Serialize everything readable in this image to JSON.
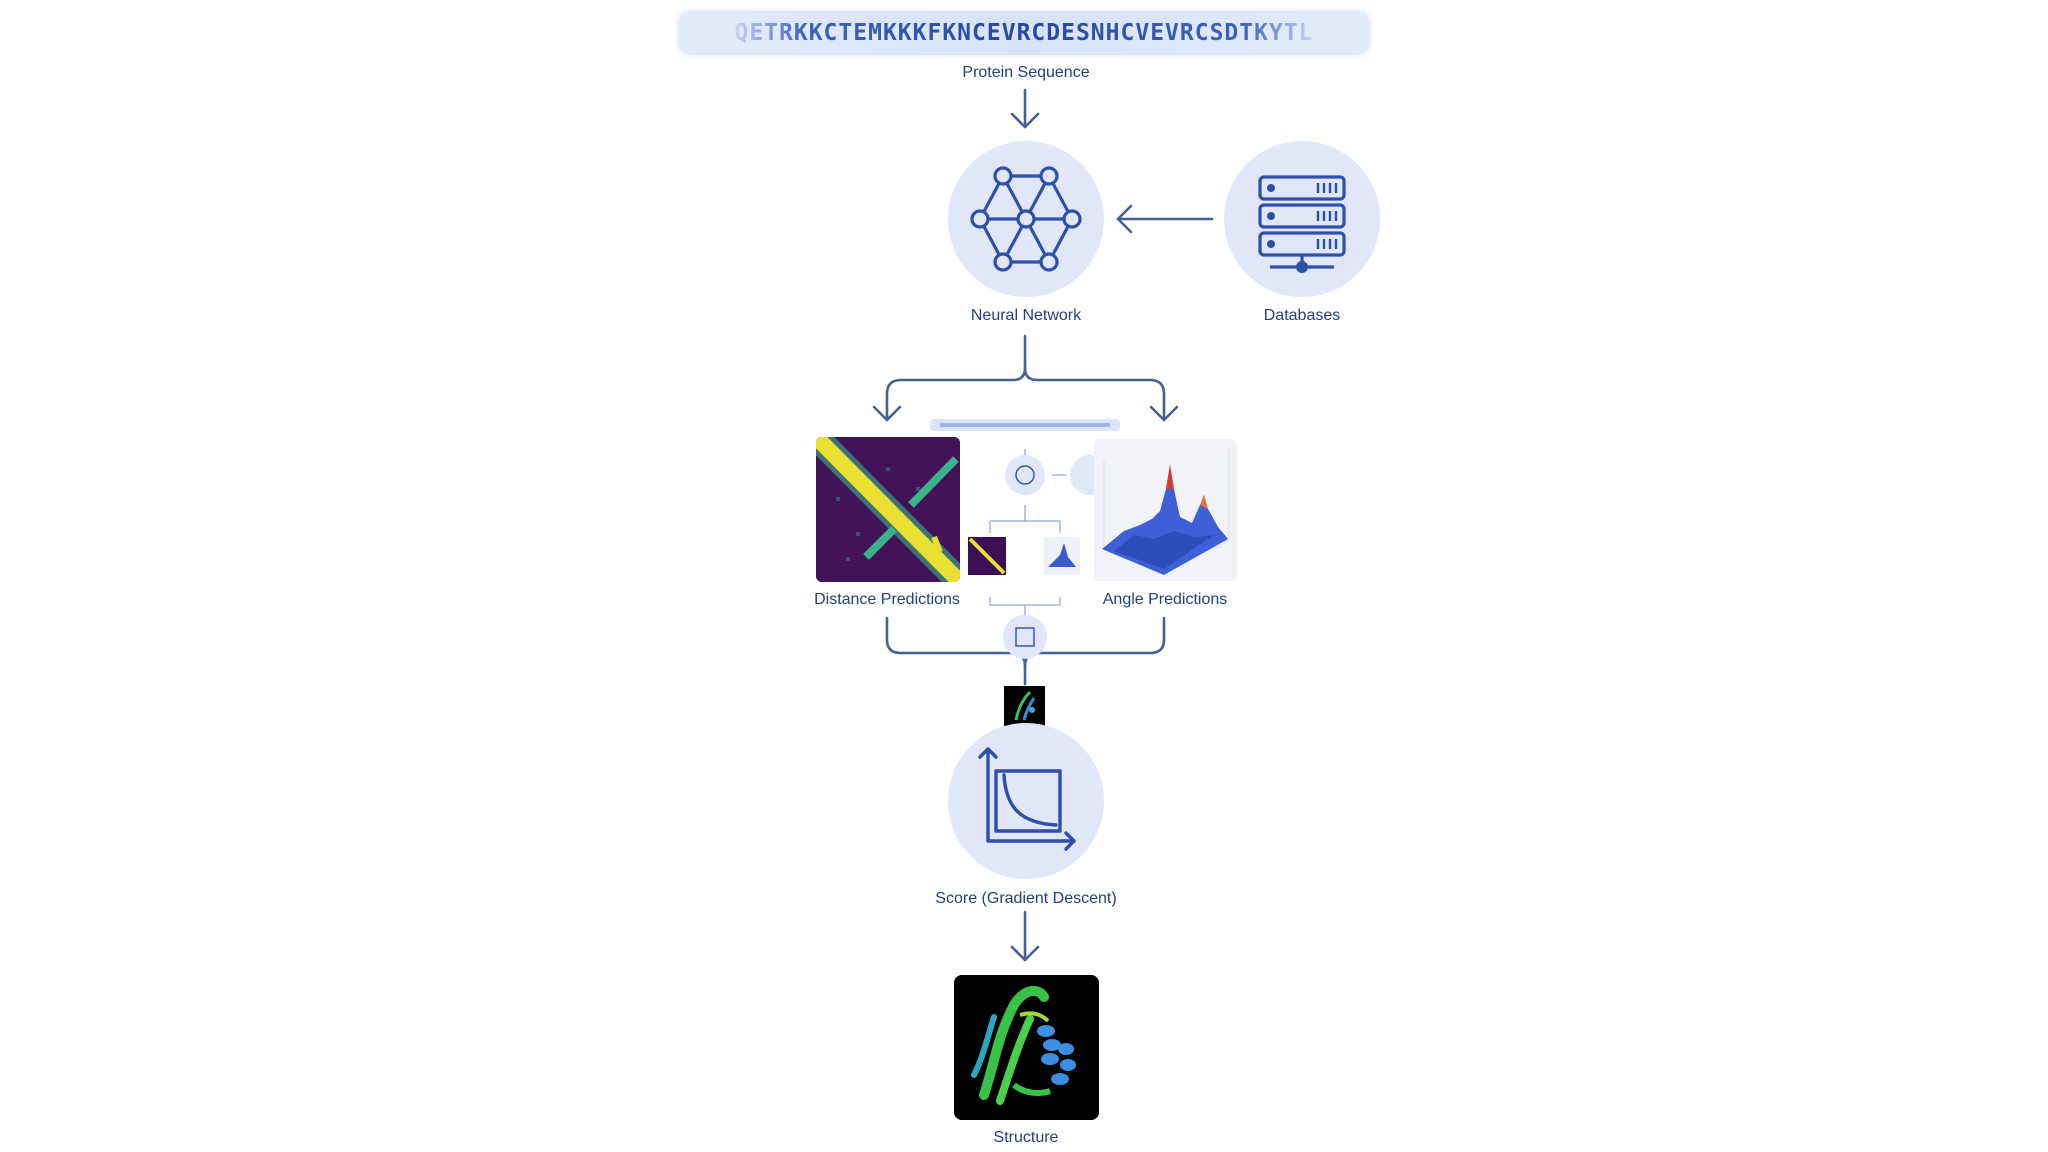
{
  "sequence": "QETRKKCTEMKKKFKNCEVRCDESNHCVEVRCSDTKYTL",
  "labels": {
    "protein_sequence": "Protein Sequence",
    "neural_network": "Neural Network",
    "databases": "Databases",
    "distance_predictions": "Distance Predictions",
    "angle_predictions": "Angle Predictions",
    "score": "Score (Gradient Descent)",
    "structure": "Structure"
  },
  "colors": {
    "accent": "#2f4fa8",
    "circle_fill": "#dfe7f8",
    "line": "#4a5f95"
  }
}
